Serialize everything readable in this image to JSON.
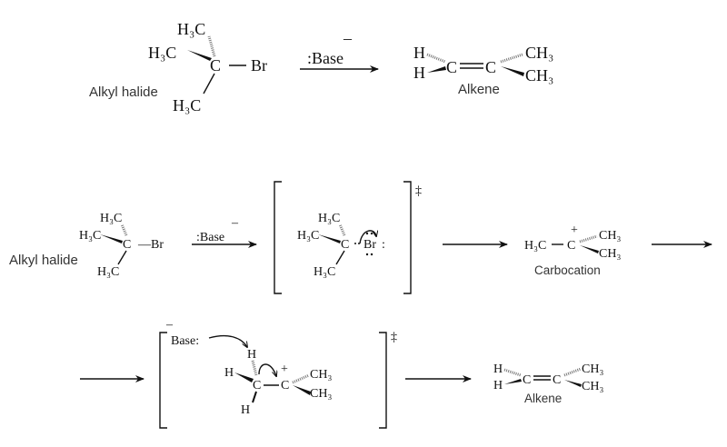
{
  "labels": {
    "alkyl_halide": "Alkyl halide",
    "alkene": "Alkene",
    "carbocation": "Carbocation",
    "base": ":Base",
    "base_colon": "Base:",
    "minus": "–",
    "plus": "+",
    "double_dagger": "‡"
  },
  "atoms": {
    "h3c": "H₃C",
    "ch3": "CH₃",
    "c": "C",
    "br": "Br",
    "h": "H",
    "bond_br": "—Br",
    "lone_pair": ":"
  }
}
